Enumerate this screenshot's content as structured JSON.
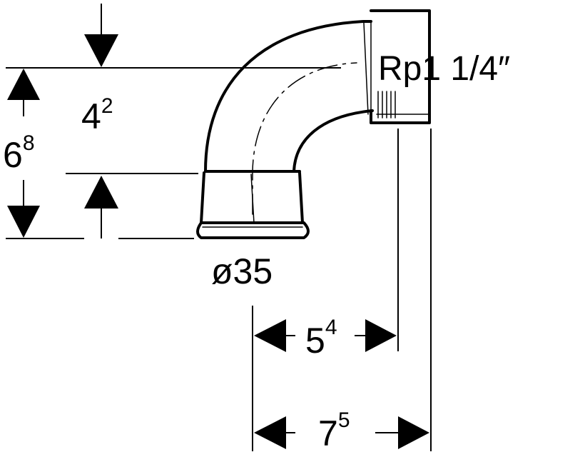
{
  "thread_label": "Rp1 1/4″",
  "diameter_label": "ø35",
  "dimensions": {
    "outer_height": {
      "base": "6",
      "exp": "8"
    },
    "inner_height": {
      "base": "4",
      "exp": "2"
    },
    "inner_width": {
      "base": "5",
      "exp": "4"
    },
    "outer_width": {
      "base": "7",
      "exp": "5"
    }
  }
}
